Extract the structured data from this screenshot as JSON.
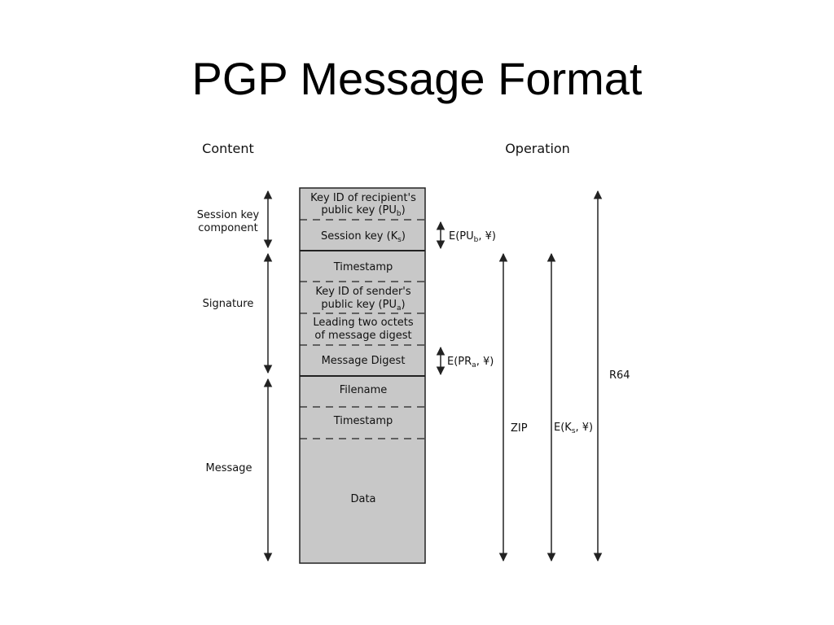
{
  "title": "PGP Message Format",
  "diagram": {
    "headers": {
      "content": "Content",
      "operation": "Operation"
    },
    "content_labels": {
      "session_key_line1": "Session key",
      "session_key_line2": "component",
      "signature": "Signature",
      "message": "Message"
    },
    "fields": {
      "key_id_recipient_line1": "Key ID of recipient's",
      "key_id_recipient_line2_main": "public key (PU",
      "key_id_recipient_line2_sub": "b",
      "key_id_recipient_line2_end": ")",
      "session_key_main": "Session key (K",
      "session_key_sub": "s",
      "session_key_end": ")",
      "sig_timestamp": "Timestamp",
      "key_id_sender_line1": "Key ID of sender's",
      "key_id_sender_line2_main": "public key (PU",
      "key_id_sender_line2_sub": "a",
      "key_id_sender_line2_end": ")",
      "leading_octets_line1": "Leading two octets",
      "leading_octets_line2": "of message digest",
      "message_digest": "Message Digest",
      "filename": "Filename",
      "msg_timestamp": "Timestamp",
      "data": "Data"
    },
    "operations": {
      "e_pub_main": "E(PU",
      "e_pub_sub": "b",
      "e_pub_end": ", ¥)",
      "e_pra_main": "E(PR",
      "e_pra_sub": "a",
      "e_pra_end": ", ¥)",
      "zip": "ZIP",
      "e_ks_main": "E(K",
      "e_ks_sub": "s",
      "e_ks_end": ", ¥)",
      "r64": "R64"
    },
    "colors": {
      "box_fill": "#c8c8c8",
      "stroke": "#222222"
    }
  }
}
